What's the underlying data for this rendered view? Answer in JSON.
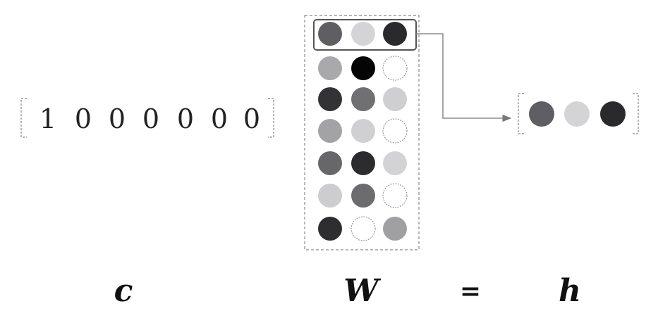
{
  "vector_c": {
    "values": [
      "1",
      "0",
      "0",
      "0",
      "0",
      "0",
      "0"
    ]
  },
  "matrix_W": {
    "rows": [
      [
        "#5f5f63",
        "#d4d4d6",
        "#2a2a2c"
      ],
      [
        "#a9a9ab",
        "#050505",
        "#ffffff"
      ],
      [
        "#333335",
        "#707072",
        "#cfcfd1"
      ],
      [
        "#a3a3a5",
        "#d0d0d2",
        "#ffffff"
      ],
      [
        "#67676a",
        "#2c2c2e",
        "#d3d3d5"
      ],
      [
        "#cdcdcf",
        "#6c6c6e",
        "#ffffff"
      ],
      [
        "#2e2e30",
        "#ffffff",
        "#a0a0a2"
      ]
    ],
    "highlighted_row": 0
  },
  "vector_h": {
    "values": [
      "#5f5f63",
      "#d4d4d6",
      "#2a2a2c"
    ]
  },
  "labels": {
    "c": "c",
    "W": "W",
    "equals": "=",
    "h": "h"
  }
}
